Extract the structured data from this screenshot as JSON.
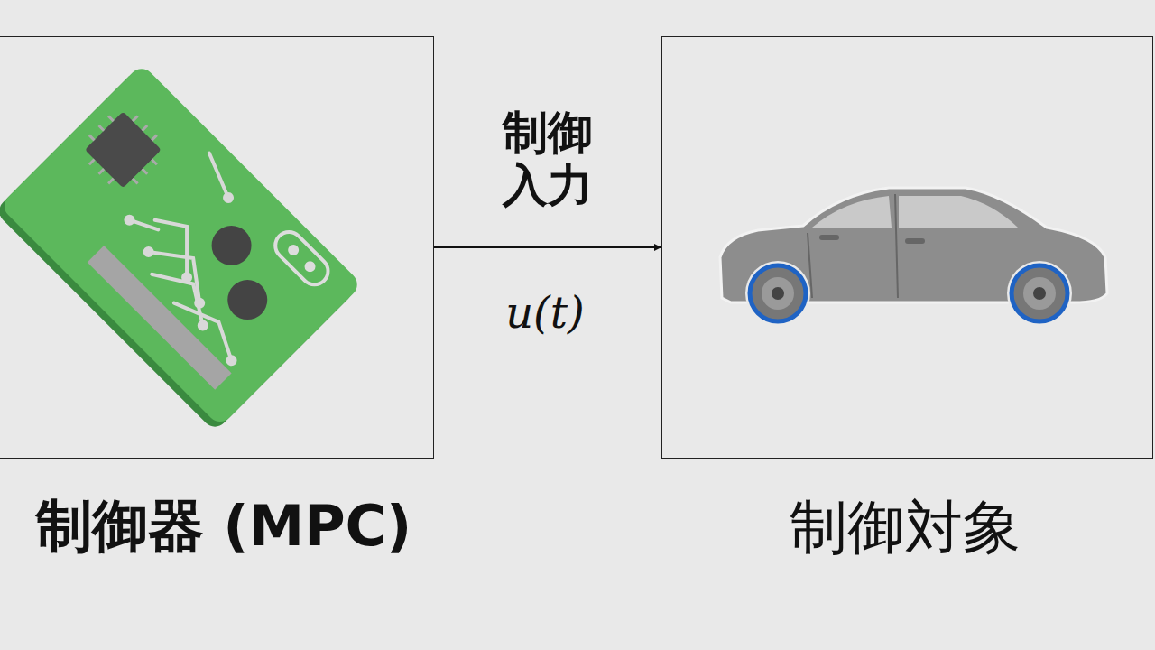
{
  "diagram": {
    "nodes": [
      {
        "text": [
          "制御器 (MPC)"
        ]
      },
      {
        "text": [
          "制御対象"
        ]
      }
    ],
    "edges": [
      {
        "from": 0,
        "to": 1,
        "arrow": "to",
        "label": "制御入力"
      }
    ],
    "labels": [
      "u(t)"
    ]
  }
}
